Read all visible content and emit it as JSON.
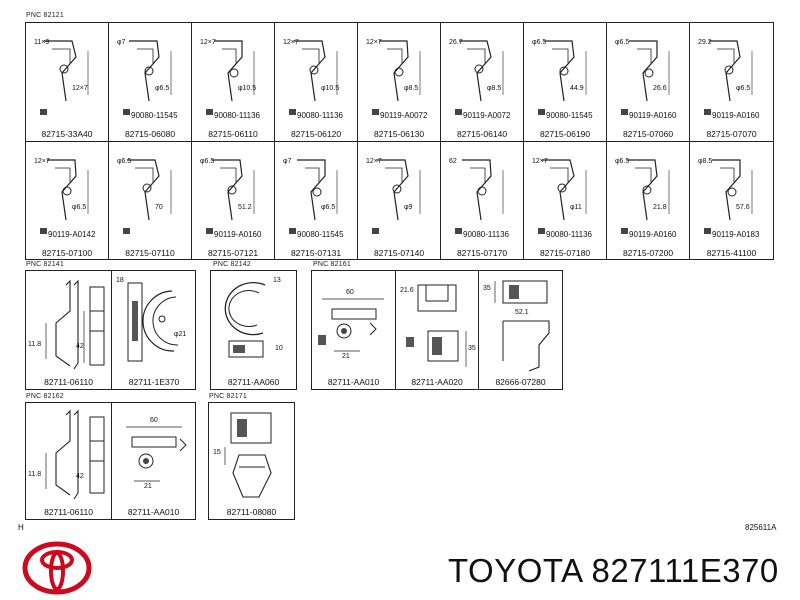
{
  "pnc_labels": [
    "PNC 82121",
    "PNC 82141",
    "PNC 82142",
    "PNC 82161",
    "PNC 82162",
    "PNC 82171"
  ],
  "panel1_row1": [
    {
      "part": "82715-33A40",
      "dims": [
        "11×9",
        "12×7"
      ]
    },
    {
      "part": "82715-06080",
      "bolt": "90080-11545",
      "dims": [
        "φ7",
        "φ6.5"
      ]
    },
    {
      "part": "82715-06110",
      "bolt": "90080-11136",
      "dims": [
        "12×7",
        "φ10.5"
      ]
    },
    {
      "part": "82715-06120",
      "bolt": "90080-11136",
      "dims": [
        "12×7",
        "φ10.5"
      ]
    },
    {
      "part": "82715-06130",
      "bolt": "90119-A0072",
      "dims": [
        "12×7",
        "φ8.5"
      ]
    },
    {
      "part": "82715-06140",
      "bolt": "90119-A0072",
      "dims": [
        "26.7",
        "φ8.5"
      ]
    },
    {
      "part": "82715-06190",
      "bolt": "90080-11545",
      "dims": [
        "φ6.5",
        "44.9"
      ]
    },
    {
      "part": "82715-07060",
      "bolt": "90119-A0160",
      "dims": [
        "φ6.5",
        "26.6"
      ]
    },
    {
      "part": "82715-07070",
      "bolt": "90119-A0160",
      "dims": [
        "29.2",
        "φ6.5"
      ]
    }
  ],
  "panel1_row2": [
    {
      "part": "82715-07100",
      "bolt": "90119-A0142",
      "dims": [
        "12×7",
        "φ6.5"
      ]
    },
    {
      "part": "82715-07110",
      "dims": [
        "φ6.5",
        "70"
      ]
    },
    {
      "part": "82715-07121",
      "bolt": "90119-A0160",
      "dims": [
        "φ6.5",
        "51.2"
      ]
    },
    {
      "part": "82715-07131",
      "bolt": "90080-11545",
      "dims": [
        "φ7",
        "φ6.5"
      ]
    },
    {
      "part": "82715-07140",
      "dims": [
        "12×7",
        "φ9"
      ]
    },
    {
      "part": "82715-07170",
      "bolt": "90080-11136",
      "dims": [
        "62"
      ]
    },
    {
      "part": "82715-07180",
      "bolt": "90080-11136",
      "dims": [
        "12×7",
        "φ11"
      ]
    },
    {
      "part": "82715-07200",
      "bolt": "90119-A0160",
      "dims": [
        "φ6.5",
        "21.8"
      ]
    },
    {
      "part": "82715-41100",
      "bolt": "90119-A0183",
      "dims": [
        "φ8.5",
        "57.6"
      ]
    }
  ],
  "panel_82141": [
    {
      "part": "82711-06110",
      "dims": [
        "11.8",
        "42"
      ]
    },
    {
      "part": "82711-1E370",
      "dims": [
        "18",
        "φ21"
      ]
    }
  ],
  "panel_82142": [
    {
      "part": "82711-AA060",
      "dims": [
        "13",
        "10"
      ]
    }
  ],
  "panel_82161": [
    {
      "part": "82711-AA010",
      "dims": [
        "60",
        "21"
      ]
    },
    {
      "part": "82711-AA020",
      "dims": [
        "21.6",
        "35"
      ]
    },
    {
      "part": "82666-07280",
      "dims": [
        "35",
        "52.1"
      ]
    }
  ],
  "panel_82162": [
    {
      "part": "82711-06110",
      "dims": [
        "11.8",
        "42"
      ]
    },
    {
      "part": "82711-AA010",
      "dims": [
        "60",
        "21"
      ]
    }
  ],
  "panel_82171": [
    {
      "part": "82711-08080",
      "dims": [
        "15"
      ]
    }
  ],
  "footer": {
    "left_mark": "H",
    "doc_no": "825611A"
  },
  "brand_text": "TOYOTA 827111E370",
  "colors": {
    "logo": "#cc0a1e",
    "line": "#222222"
  }
}
